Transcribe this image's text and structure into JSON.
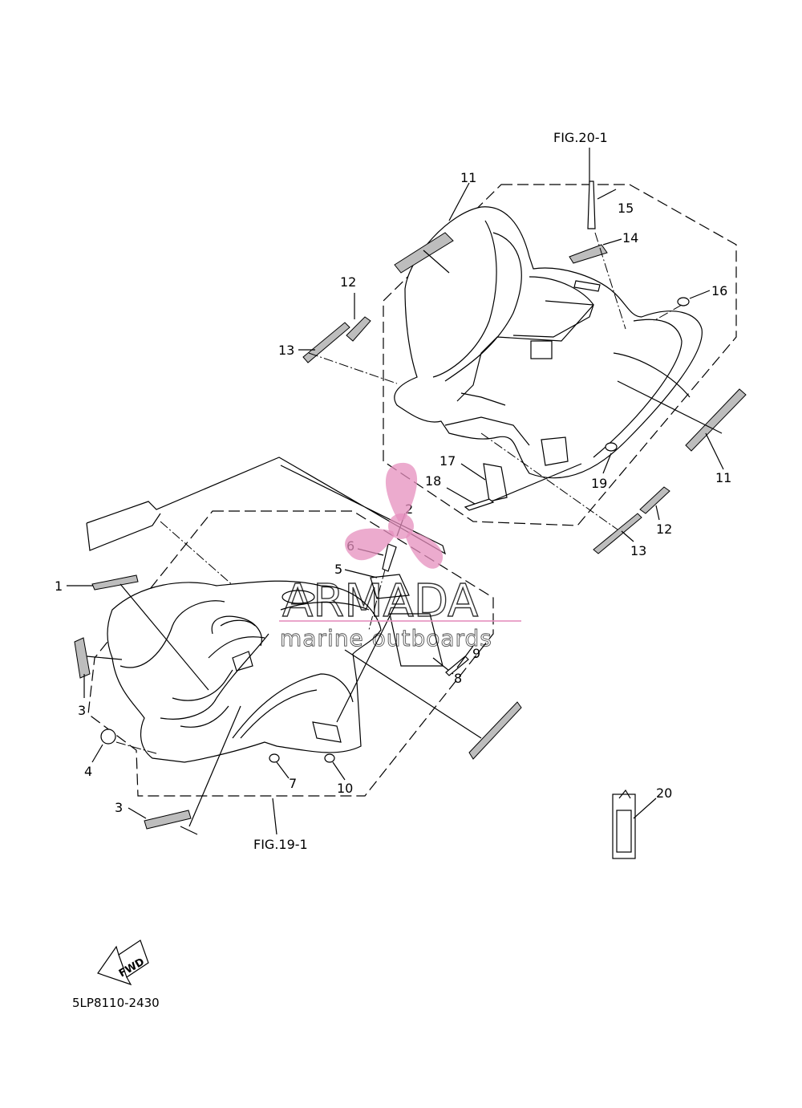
{
  "figure_refs": {
    "fig20": "FIG.20-1",
    "fig19": "FIG.19-1"
  },
  "part_code": "5LP8110-2430",
  "fwd_label": "FWD",
  "watermark": {
    "brand": "ARMADA",
    "tagline": "marine outboards",
    "color": "#e58fbd"
  },
  "callouts": {
    "c1": "1",
    "c2": "2",
    "c3a": "3",
    "c3b": "3",
    "c4": "4",
    "c5": "5",
    "c6": "6",
    "c7": "7",
    "c8": "8",
    "c9": "9",
    "c10": "10",
    "c11a": "11",
    "c11b": "11",
    "c12a": "12",
    "c12b": "12",
    "c13a": "13",
    "c13b": "13",
    "c14": "14",
    "c15": "15",
    "c16": "16",
    "c17": "17",
    "c18": "18",
    "c19": "19",
    "c20": "20"
  }
}
